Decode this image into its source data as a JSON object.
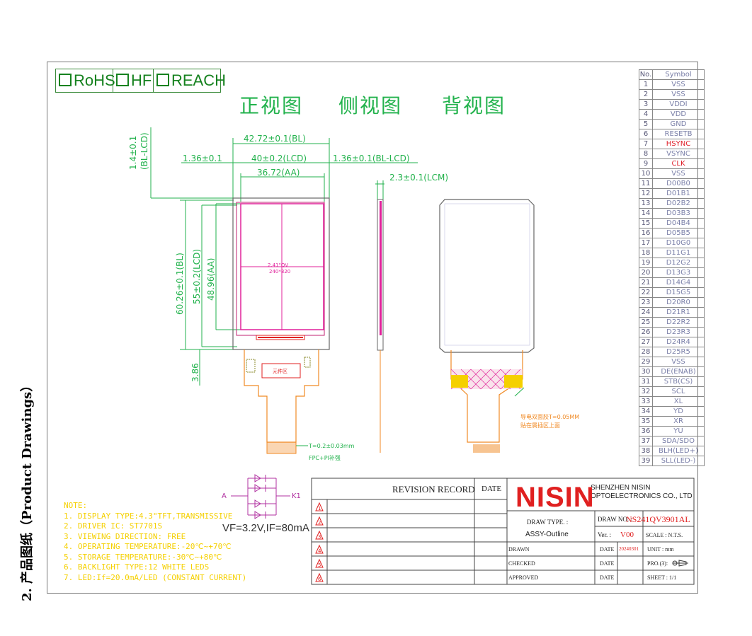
{
  "side_label": "2. 产品图纸（Product Drawings）",
  "certs": [
    "RoHS",
    "HF",
    "REACH"
  ],
  "view_titles": {
    "front": "正视图",
    "side": "侧视图",
    "back": "背视图"
  },
  "dimensions": {
    "bl_lcd_top": "1.4±0.1",
    "bl_lcd_top_sub": "(BL-LCD)",
    "width_bl": "42.72±0.1(BL)",
    "left_gap": "1.36±0.1",
    "width_lcd": "40±0.2(LCD)",
    "right_gap": "1.36±0.1(BL-LCD)",
    "width_aa": "36.72(AA)",
    "thickness": "2.3±0.1(LCM)",
    "height_bl": "60.26±0.1(BL)",
    "height_lcd": "55±0.2(LCD)",
    "height_aa": "48.96(AA)",
    "bottom": "3.86",
    "screen_line1": "2.41\"QV",
    "screen_line2": "240*320",
    "component_area": "元件区",
    "fpc_thickness": "T=0.2±0.03mm",
    "fpc_note": "FPC+PI补强",
    "back_note1": "导电双面胶T=0.05MM",
    "back_note2": "贴在属插区上面",
    "anode": "A",
    "cathode": "K1"
  },
  "symbol_table": {
    "headers": [
      "No.",
      "Symbol"
    ],
    "rows": [
      [
        "1",
        "VSS"
      ],
      [
        "2",
        "VSS"
      ],
      [
        "3",
        "VDDI"
      ],
      [
        "4",
        "VDD"
      ],
      [
        "5",
        "GND"
      ],
      [
        "6",
        "RESETB"
      ],
      [
        "7",
        "HSYNC"
      ],
      [
        "8",
        "VSYNC"
      ],
      [
        "9",
        "CLK"
      ],
      [
        "10",
        "VSS"
      ],
      [
        "11",
        "D00B0"
      ],
      [
        "12",
        "D01B1"
      ],
      [
        "13",
        "D02B2"
      ],
      [
        "14",
        "D03B3"
      ],
      [
        "15",
        "D04B4"
      ],
      [
        "16",
        "D05B5"
      ],
      [
        "17",
        "D10G0"
      ],
      [
        "18",
        "D11G1"
      ],
      [
        "19",
        "D12G2"
      ],
      [
        "20",
        "D13G3"
      ],
      [
        "21",
        "D14G4"
      ],
      [
        "22",
        "D15G5"
      ],
      [
        "23",
        "D20R0"
      ],
      [
        "24",
        "D21R1"
      ],
      [
        "25",
        "D22R2"
      ],
      [
        "26",
        "D23R3"
      ],
      [
        "27",
        "D24R4"
      ],
      [
        "28",
        "D25R5"
      ],
      [
        "29",
        "VSS"
      ],
      [
        "30",
        "DE(ENAB)"
      ],
      [
        "31",
        "STB(CS)"
      ],
      [
        "32",
        "SCL"
      ],
      [
        "33",
        "XL"
      ],
      [
        "34",
        "YD"
      ],
      [
        "35",
        "XR"
      ],
      [
        "36",
        "YU"
      ],
      [
        "37",
        "SDA/SDO"
      ],
      [
        "38",
        "BLH(LED+)"
      ],
      [
        "39",
        "SLL(LED-)"
      ]
    ],
    "highlight_rows": [
      7,
      9
    ],
    "highlight_color": "#e0202a"
  },
  "notes": [
    "NOTE:",
    "1. DISPLAY TYPE:4.3\"TFT,TRANSMISSIVE",
    "2. DRIVER IC: ST7701S",
    "3. VIEWING DIRECTION: FREE",
    "4. OPERATING TEMPERATURE:-20℃~+70℃",
    "5. STORAGE TEMPERATURE:-30℃~+80℃",
    "6. BACKLIGHT TYPE:12 WHITE LEDS",
    "7. LED:If=20.0mA/LED (CONSTANT CURRENT)"
  ],
  "vf": "VF=3.2V,IF=80mA",
  "title_block": {
    "revision_record": "REVISION RECORD",
    "date": "DATE",
    "revisions": [
      "1",
      "2",
      "3",
      "4",
      "5",
      "6"
    ],
    "brand": "NISIN",
    "company_line1": "SHENZHEN NISIN",
    "company_line2": "OPTOELECTRONICS CO., LTD",
    "draw_no_label": "DRAW NO. :",
    "draw_no": "NS241QV3901AL",
    "draw_type_label": "DRAW TYPE. :",
    "draw_type": "ASSY-Outline",
    "ver_label": "Ver. :",
    "ver": "V00",
    "scale": "SCALE : N.T.S.",
    "drawn": "DRAWN",
    "checked": "CHECKED",
    "approved": "APPROVED",
    "date_value": "20240301",
    "unit": "UNIT : mm",
    "proj": "PRO.(3):",
    "sheet": "SHEET :  1/1"
  },
  "colors": {
    "green": "#22b24c",
    "magenta": "#e0209a",
    "orange": "#f08a24",
    "yellow": "#f5d000",
    "red": "#e02020"
  }
}
